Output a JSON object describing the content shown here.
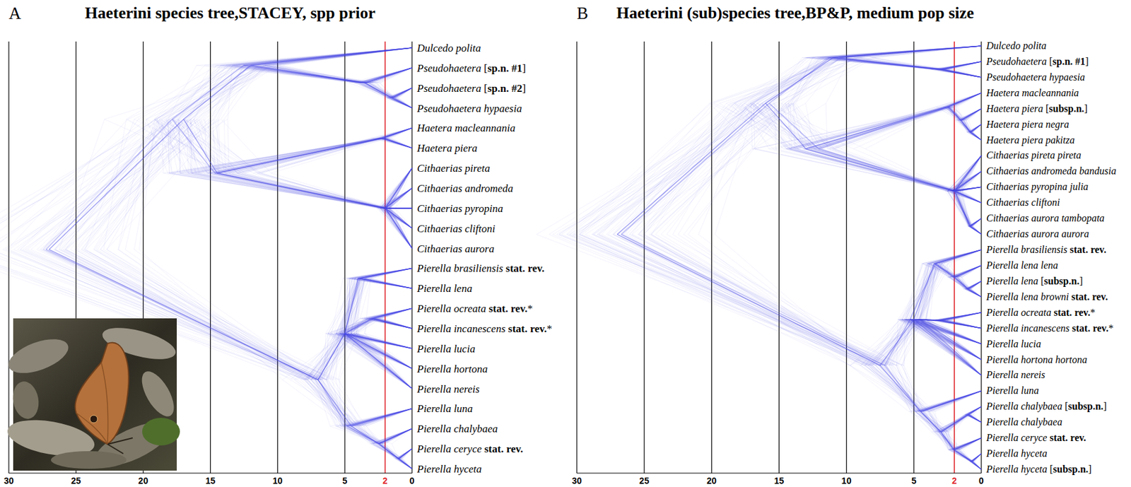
{
  "diagram": {
    "labels": [
      "A",
      "Haeterini species tree,STACEY, spp prior",
      "Dulcedo polita",
      "Pseudohaetera [sp.n. #1]",
      "Pseudohaetera [sp.n. #2]",
      "Pseudohaetera hypaesia",
      "Haetera macleannania",
      "Haetera piera",
      "Cithaerias pireta",
      "Cithaerias andromeda",
      "Cithaerias pyropina",
      "Cithaerias cliftoni",
      "Cithaerias aurora",
      "Pierella brasiliensis stat. rev.",
      "Pierella lena",
      "Pierella ocreata stat. rev.*",
      "Pierella incanescens stat. rev.*",
      "Pierella lucia",
      "Pierella hortona",
      "Pierella nereis",
      "Pierella luna",
      "Pierella chalybaea",
      "Pierella ceryce stat. rev.",
      "Pierella hyceta",
      "30",
      "25",
      "20",
      "15",
      "10",
      "5",
      "2",
      "0",
      "B",
      "Haeterini (sub)species tree,BP&P, medium pop size",
      "Dulcedo polita",
      "Pseudohaetera [sp.n. #1]",
      "Pseudohaetera hypaesia",
      "Haetera macleannania",
      "Haetera piera [subsp.n.]",
      "Haetera piera negra",
      "Haetera piera pakitza",
      "Cithaerias pireta pireta",
      "Cithaerias andromeda bandusia",
      "Cithaerias pyropina julia",
      "Cithaerias cliftoni",
      "Cithaerias aurora tambopata",
      "Cithaerias aurora aurora",
      "Pierella brasiliensis stat. rev.",
      "Pierella lena lena",
      "Pierella lena [subsp.n.]",
      "Pierella lena browni stat. rev.",
      "Pierella ocreata stat. rev.*",
      "Pierella incanescens stat. rev.*",
      "Pierella lucia",
      "Pierella hortona hortona",
      "Pierella nereis",
      "Pierella luna",
      "Pierella chalybaea [subsp.n.]",
      "Pierella chalybaea",
      "Pierella ceryce stat. rev.",
      "Pierella hyceta",
      "Pierella hyceta [subsp.n.]",
      "30",
      "25",
      "20",
      "15",
      "10",
      "5",
      "2",
      "0"
    ]
  }
}
